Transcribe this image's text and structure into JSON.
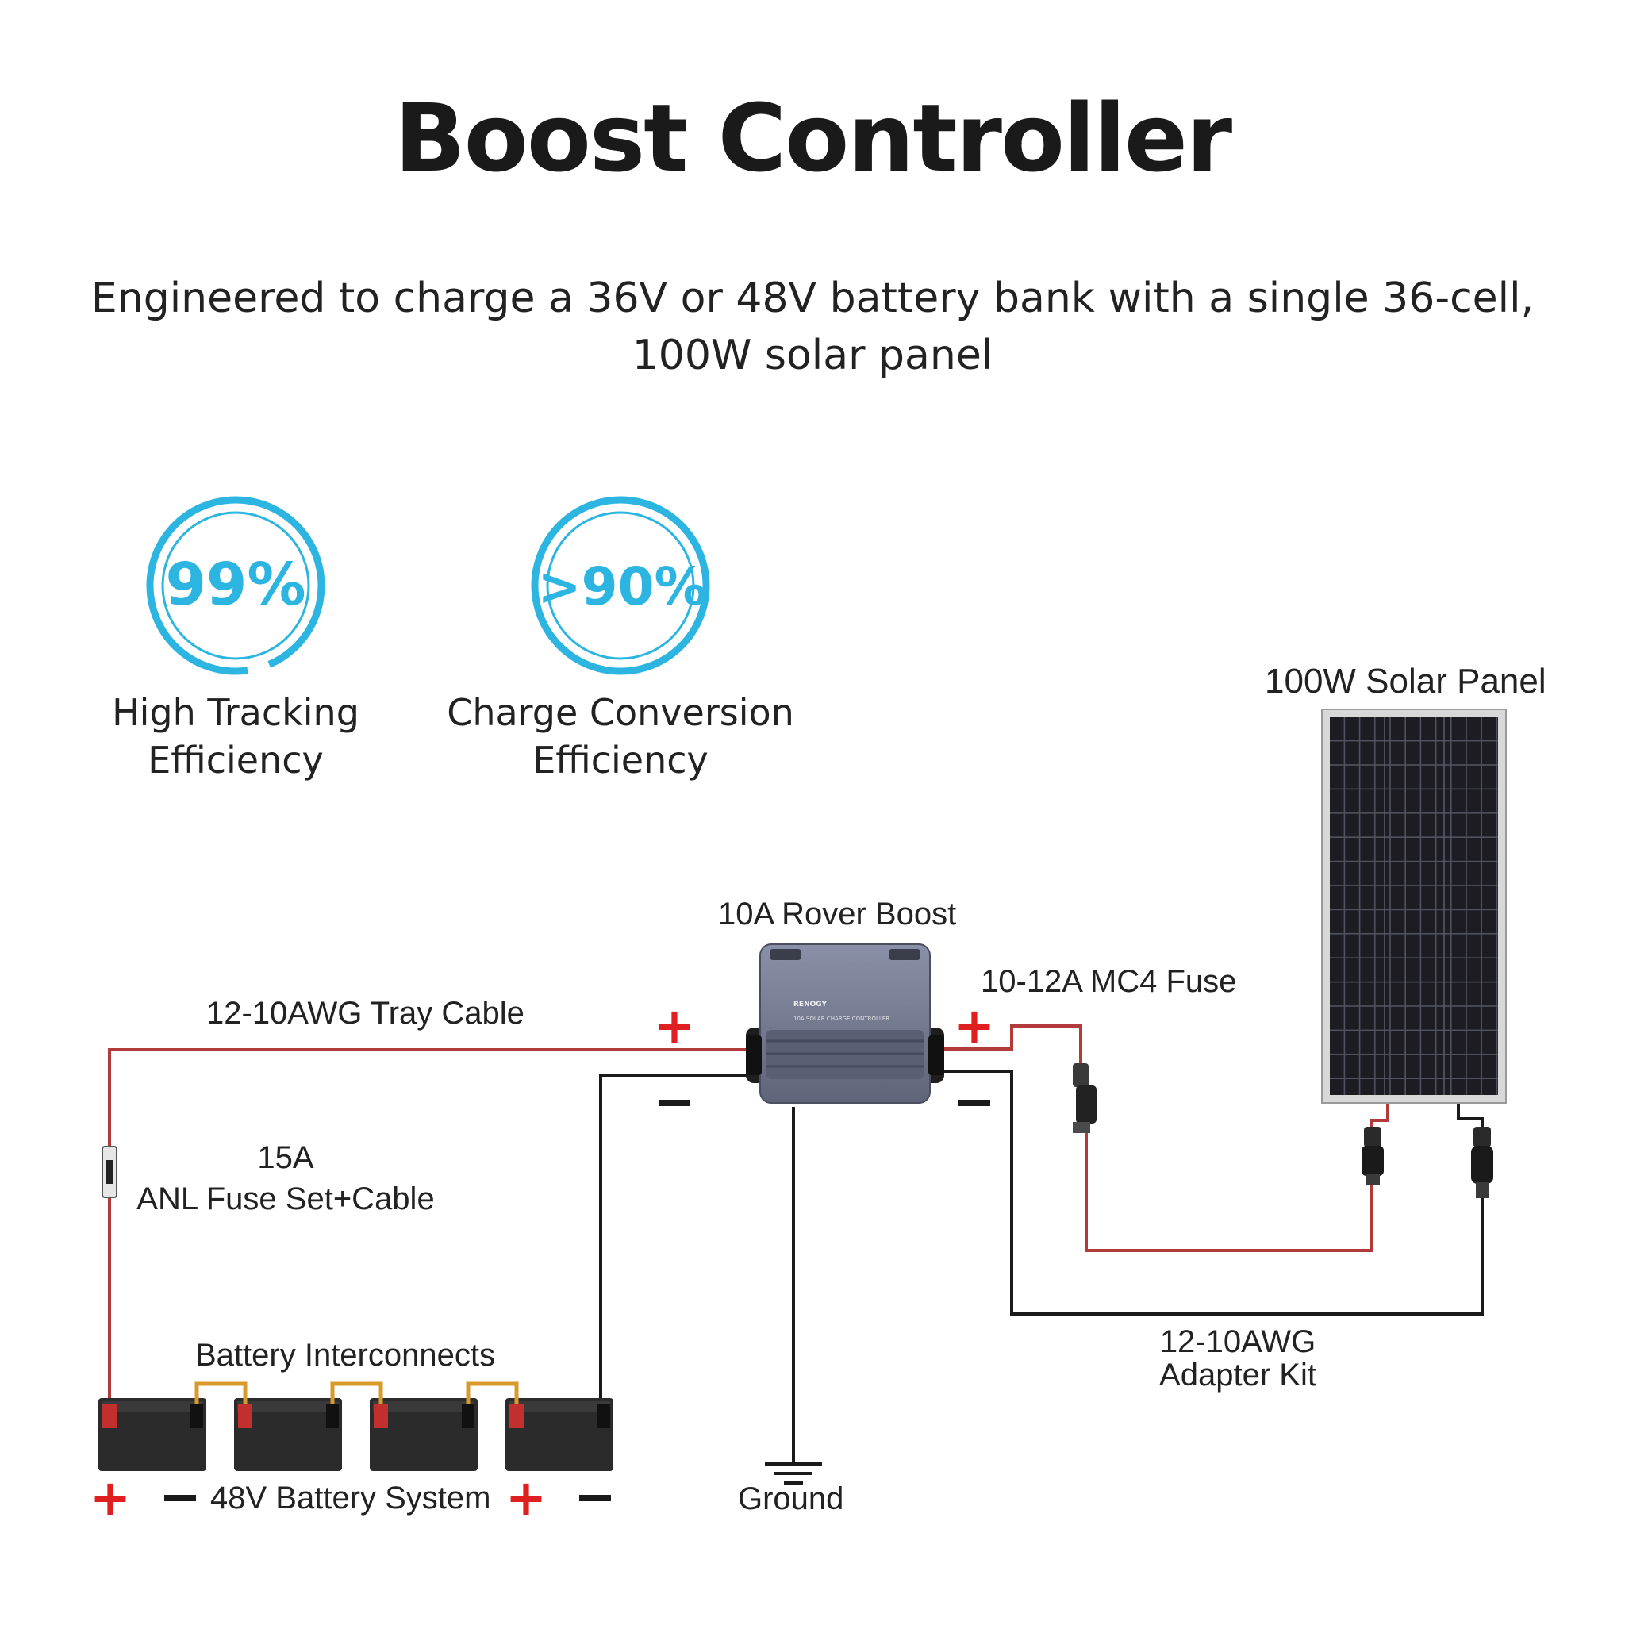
{
  "title": "Boost Controller",
  "subtitle_line1": "Engineered to charge a 36V or 48V battery bank with a single 36-cell,",
  "subtitle_line2": "100W solar panel",
  "stats": [
    {
      "value": "99%",
      "label_line1": "High Tracking",
      "label_line2": "Efficiency",
      "ring_fill": 0.97
    },
    {
      "value_prefix": ">",
      "value": "90%",
      "label_line1": "Charge Conversion",
      "label_line2": "Efficiency"
    }
  ],
  "diagram": {
    "solar_panel_label": "100W Solar Panel",
    "controller_label": "10A Rover Boost",
    "controller_brand": "RENOGY",
    "controller_model_text": "10A SOLAR CHARGE CONTROLLER",
    "tray_cable_label": "12-10AWG Tray Cable",
    "mc4_fuse_label": "10-12A MC4 Fuse",
    "anl_fuse_line1": "15A",
    "anl_fuse_line2": "ANL Fuse Set+Cable",
    "interconnects_label": "Battery Interconnects",
    "battery_system_label": "48V Battery System",
    "ground_label": "Ground",
    "adapter_kit_line1": "12-10AWG",
    "adapter_kit_line2": "Adapter Kit",
    "plus_symbol": "+",
    "minus_symbol": "−",
    "battery_count": 4
  },
  "colors": {
    "accent": "#2bb5e0",
    "positive_wire": "#b23a3a",
    "negative_wire": "#1a1a1a",
    "plus_sign": "#e02020",
    "interconnect": "#d99a2b",
    "controller_body": "#7b819a",
    "battery_body": "#2b2b2b",
    "panel_cell": "#1c1c22"
  }
}
